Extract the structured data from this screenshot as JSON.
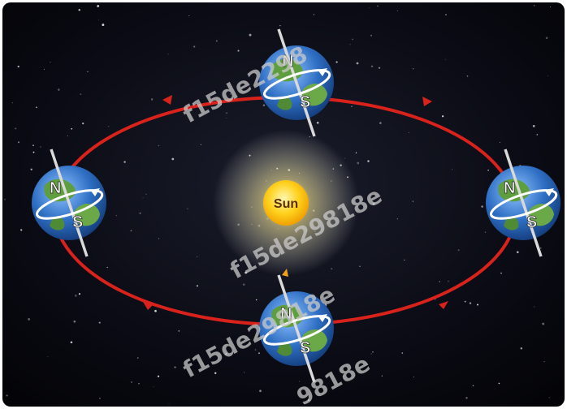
{
  "sun": {
    "label": "Sun"
  },
  "poles": {
    "north": "N",
    "south": "S"
  },
  "watermark": {
    "line1": "f15de2298",
    "line2": "f15de29818e",
    "line3": "f15de29818e",
    "line4": "9818e"
  },
  "colors": {
    "background": "#05060c",
    "orbit": "#d8221b",
    "sun_core": "#ffd21f",
    "sun_label": "#5a2d00",
    "ocean": "#2f6fc4",
    "land": "#5e9e3e",
    "axis": "#d9d9d9",
    "watermark": "#c9c9c9"
  },
  "icons": [
    "sun-icon",
    "earth-icon",
    "orbit-arrow-icon",
    "spin-arrow-icon"
  ]
}
